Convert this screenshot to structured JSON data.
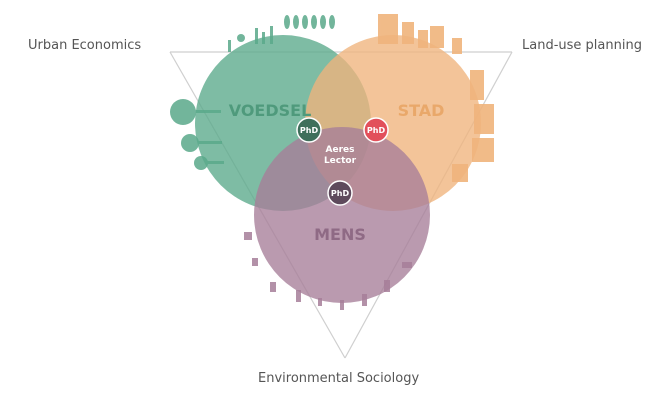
{
  "labels": {
    "top_left": "Urban Economics",
    "top_right": "Land-use planning",
    "bottom": "Environmental Sociology"
  },
  "circles": {
    "food": {
      "label": "VOEDSEL",
      "color": "#5aa98a",
      "text_color": "#4f9a7c"
    },
    "city": {
      "label": "STAD",
      "color": "#f0b47c",
      "text_color": "#e9a86a"
    },
    "people": {
      "label": "MENS",
      "color": "#a67e99",
      "text_color": "#8f6a85"
    }
  },
  "center": {
    "line1": "Aeres",
    "line2": "Lector"
  },
  "badges": [
    {
      "label": "PhD",
      "color": "#3f6f5b"
    },
    {
      "label": "PhD",
      "color": "#e2505b"
    },
    {
      "label": "PhD",
      "color": "#5e4a5c"
    }
  ],
  "colors": {
    "triangle_line": "#cfcfcf",
    "corner_text": "#555555"
  }
}
